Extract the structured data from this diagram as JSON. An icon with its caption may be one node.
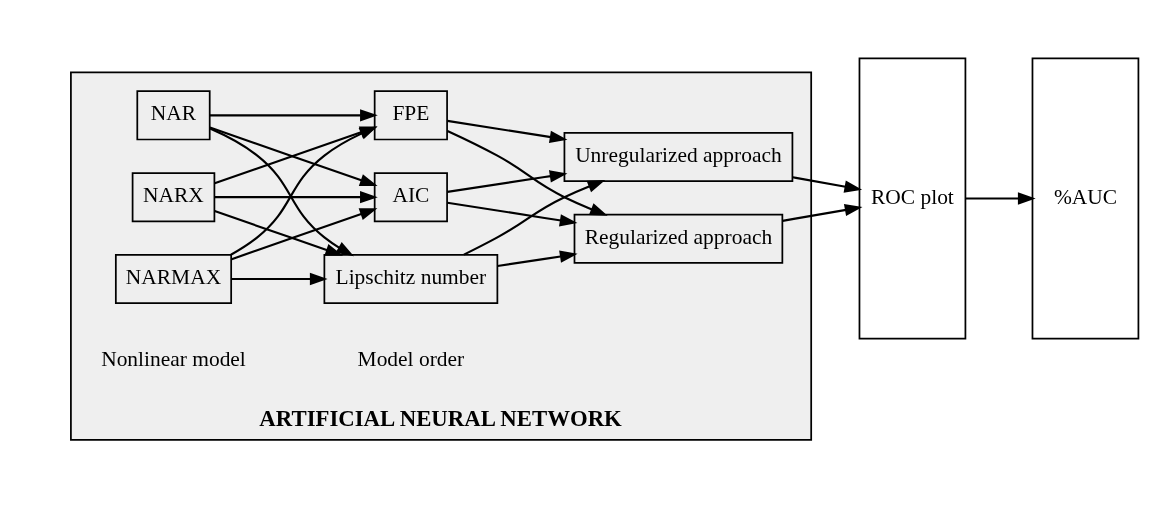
{
  "diagram": {
    "nodes": [
      {
        "text": [
          "ARTIFICIAL NEURAL NETWORK"
        ]
      },
      {
        "text": [
          "NAR"
        ],
        "in": 0
      },
      {
        "text": [
          "NARX"
        ],
        "in": 0
      },
      {
        "text": [
          "NARMAX"
        ],
        "in": 0
      },
      {
        "text": [
          "AIC"
        ],
        "in": 0
      },
      {
        "text": [
          "FPE"
        ],
        "in": 0
      },
      {
        "text": [
          "Lipschitz number"
        ],
        "in": 0
      },
      {
        "text": [
          "Regularized approach"
        ],
        "in": 0
      },
      {
        "text": [
          "Unregularized approach"
        ],
        "in": 0
      },
      {
        "text": [
          "ROC plot"
        ]
      },
      {
        "text": [
          "%AUC"
        ]
      }
    ],
    "edges": [
      {
        "from": 1,
        "to": 4,
        "arrow": "to"
      },
      {
        "from": 1,
        "to": 5,
        "arrow": "to"
      },
      {
        "from": 1,
        "to": 6,
        "arrow": "to"
      },
      {
        "from": 2,
        "to": 4,
        "arrow": "to"
      },
      {
        "from": 2,
        "to": 5,
        "arrow": "to"
      },
      {
        "from": 2,
        "to": 6,
        "arrow": "to"
      },
      {
        "from": 3,
        "to": 4,
        "arrow": "to"
      },
      {
        "from": 3,
        "to": 5,
        "arrow": "to"
      },
      {
        "from": 3,
        "to": 6,
        "arrow": "to"
      },
      {
        "from": 4,
        "to": 7,
        "arrow": "to"
      },
      {
        "from": 4,
        "to": 8,
        "arrow": "to"
      },
      {
        "from": 5,
        "to": 7,
        "arrow": "to"
      },
      {
        "from": 5,
        "to": 8,
        "arrow": "to"
      },
      {
        "from": 6,
        "to": 7,
        "arrow": "to"
      },
      {
        "from": 6,
        "to": 8,
        "arrow": "to"
      },
      {
        "from": 7,
        "to": 9,
        "arrow": "to"
      },
      {
        "from": 8,
        "to": 9,
        "arrow": "to"
      },
      {
        "from": 9,
        "to": 10,
        "arrow": "to"
      }
    ],
    "labels": [
      "Nonlinear model",
      "Model order"
    ]
  }
}
